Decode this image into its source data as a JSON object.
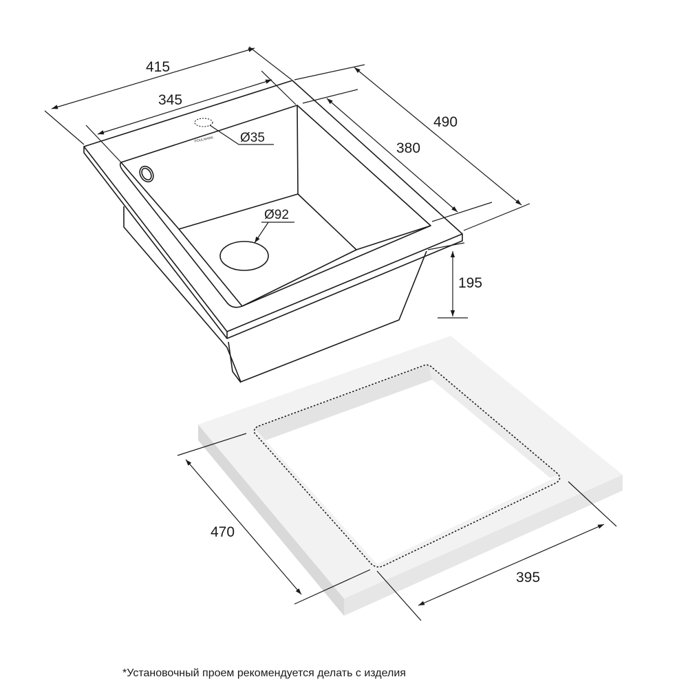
{
  "sink": {
    "brand": "POULMARK",
    "dims": {
      "overall_width": "415",
      "inner_width": "345",
      "overall_depth": "490",
      "inner_depth": "380",
      "bowl_height": "195",
      "tap_hole_diameter": "Ø35",
      "drain_diameter": "Ø92"
    }
  },
  "cutout": {
    "dims": {
      "depth": "470",
      "width": "395"
    }
  },
  "footnote": "*Установочный проем рекомендуется делать с изделия"
}
